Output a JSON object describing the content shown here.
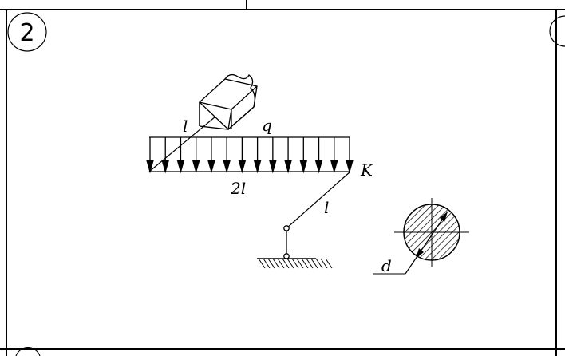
{
  "figure": {
    "panel_number": "2",
    "labels": {
      "length_upper": "l",
      "load": "q",
      "beam_length": "2l",
      "point_k": "K",
      "length_lower": "l",
      "diameter": "d"
    }
  }
}
